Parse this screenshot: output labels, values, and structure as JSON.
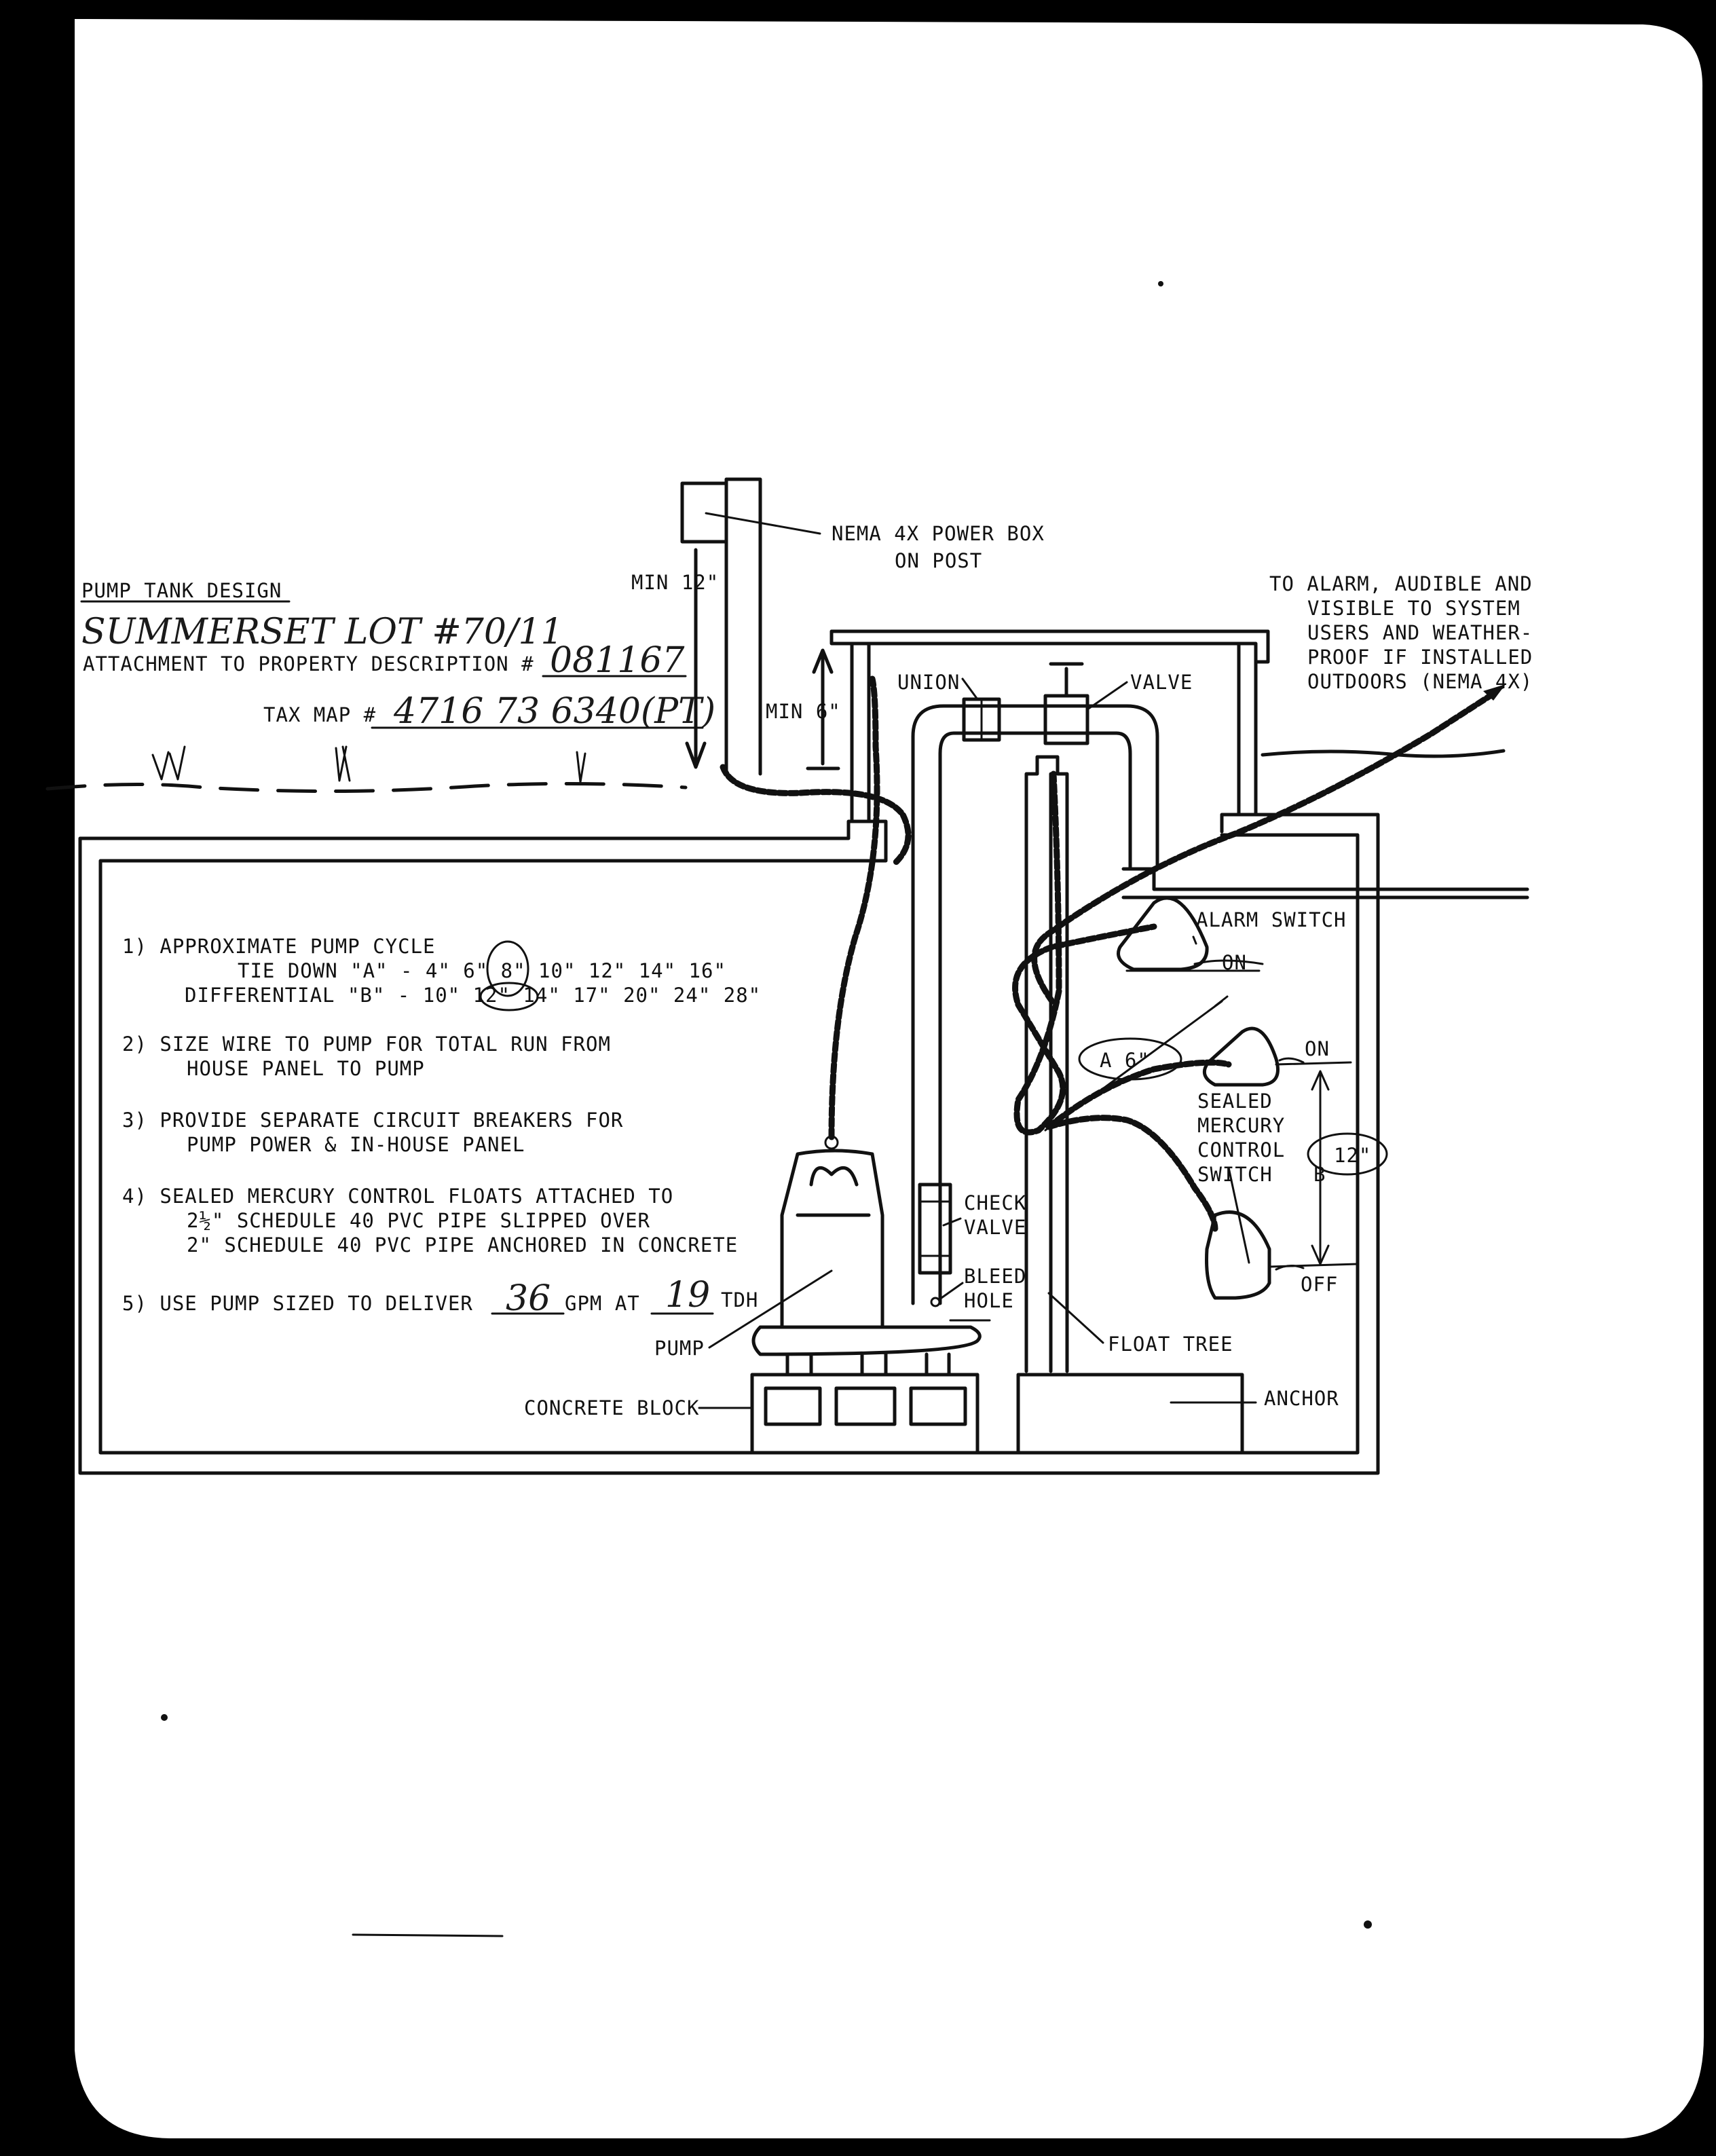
{
  "title": "PUMP TANK DESIGN",
  "project": {
    "subdivision_lot": "SUMMERSET LOT #70/11",
    "attachment_label": "ATTACHMENT TO PROPERTY DESCRIPTION #",
    "attachment_number": "081167",
    "tax_map_label": "TAX MAP #",
    "tax_map_number": "4716 73 6340(PT)"
  },
  "callouts": {
    "power_box_line1": "NEMA 4X POWER BOX",
    "power_box_line2": "ON POST",
    "min_12": "MIN 12\"",
    "min_6": "MIN 6\"",
    "union": "UNION",
    "valve": "VALVE",
    "alarm_lines": [
      "TO ALARM, AUDIBLE AND",
      "VISIBLE TO SYSTEM",
      "USERS AND WEATHER-",
      "PROOF IF INSTALLED",
      "OUTDOORS (NEMA 4X)"
    ],
    "alarm_switch": "ALARM SWITCH",
    "on_upper": "ON",
    "on_lower": "ON",
    "off": "OFF",
    "a_value": "A 6\"",
    "b_value": "12\"",
    "b_letter": "B",
    "sealed_lines": [
      "SEALED",
      "MERCURY",
      "CONTROL",
      "SWITCH"
    ],
    "check_valve_lines": [
      "CHECK",
      "VALVE"
    ],
    "bleed_hole_lines": [
      "BLEED",
      "HOLE"
    ],
    "pump": "PUMP",
    "float_tree": "FLOAT TREE",
    "concrete_block": "CONCRETE BLOCK",
    "anchor": "ANCHOR"
  },
  "notes": {
    "n1_title": "1) APPROXIMATE PUMP CYCLE",
    "n1_tie_down": "TIE DOWN \"A\" -  4\"  6\"  8\"  10\"  12\"  14\"  16\"",
    "n1_differential": "DIFFERENTIAL \"B\" - 10\"  12\"  14\"  17\"  20\"  24\"  28\"",
    "n2_line1": "2) SIZE WIRE TO PUMP FOR TOTAL RUN FROM",
    "n2_line2": "HOUSE PANEL TO PUMP",
    "n3_line1": "3) PROVIDE SEPARATE CIRCUIT BREAKERS FOR",
    "n3_line2": "PUMP POWER & IN-HOUSE PANEL",
    "n4_line1": "4) SEALED MERCURY CONTROL FLOATS ATTACHED TO",
    "n4_line2": "2½\" SCHEDULE 40 PVC PIPE SLIPPED OVER",
    "n4_line3": "2\" SCHEDULE 40 PVC PIPE ANCHORED IN CONCRETE",
    "n5_prefix": "5) USE PUMP SIZED TO DELIVER",
    "n5_gpm_value": "36",
    "n5_gpm_label": "GPM AT",
    "n5_tdh_value": "19",
    "n5_tdh_label": "TDH"
  }
}
